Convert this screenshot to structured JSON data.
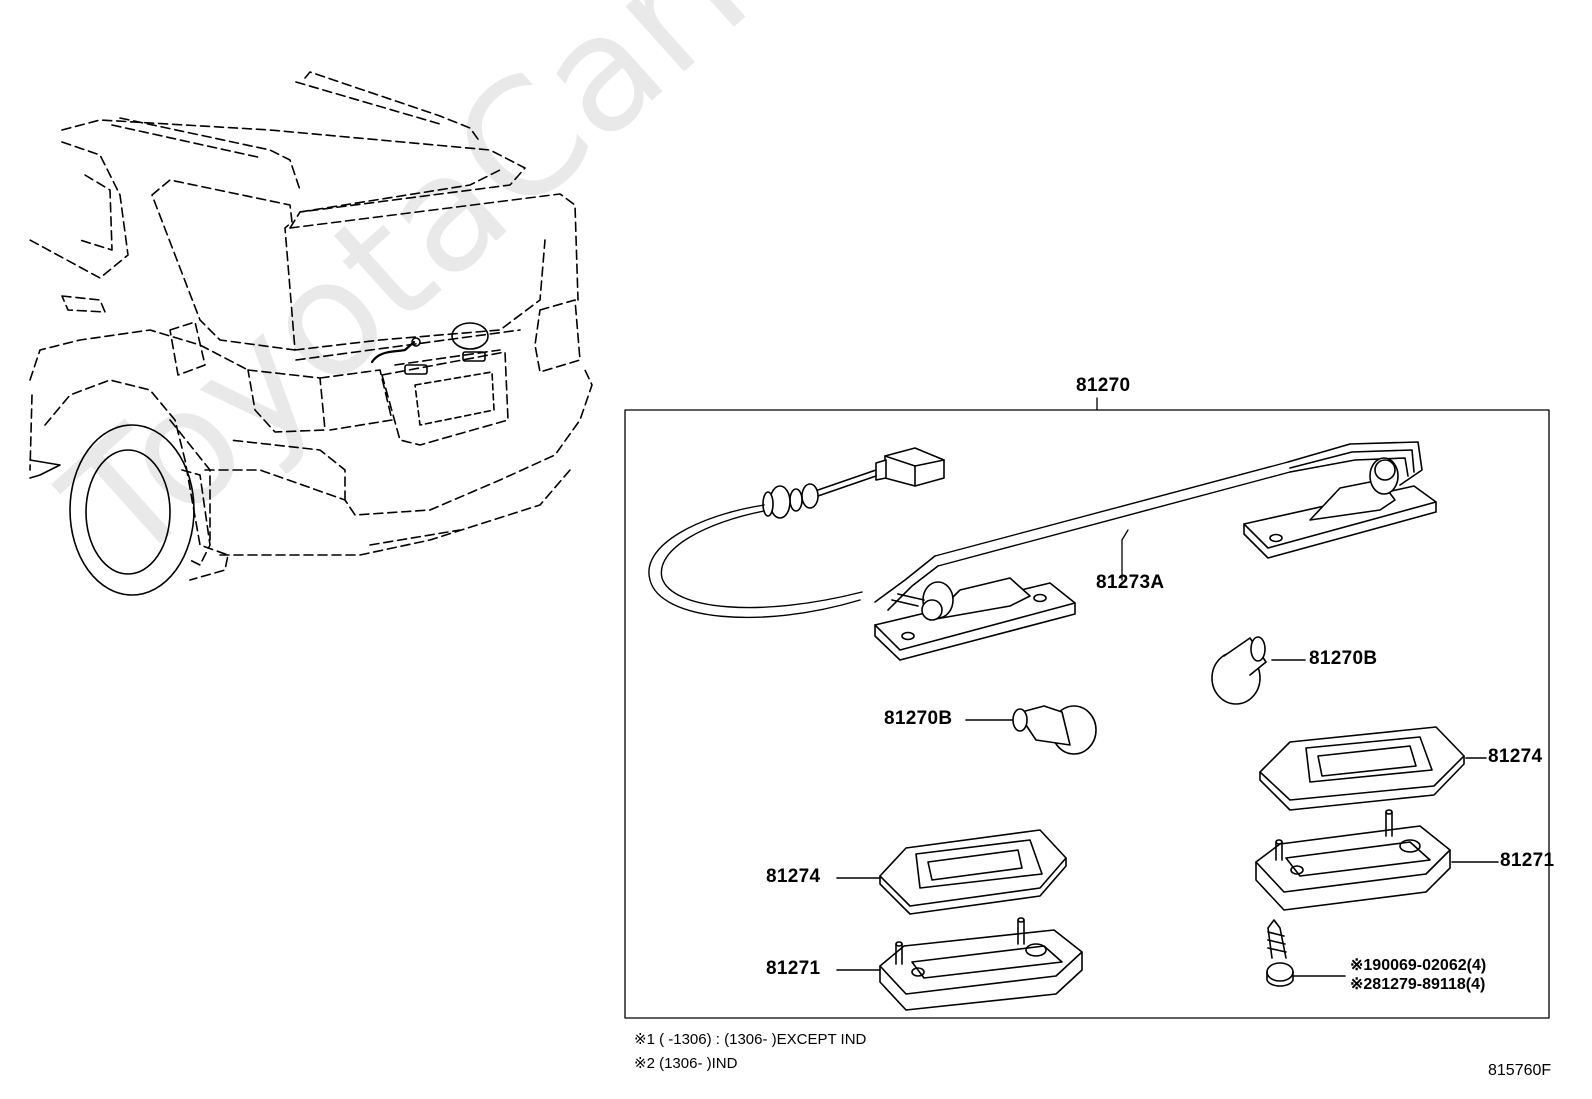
{
  "watermark": "ToyotaCarMine.ru",
  "parts": {
    "p81270": "81270",
    "p81273A": "81273A",
    "p81270B_right": "81270B",
    "p81270B_left": "81270B",
    "p81274_right": "81274",
    "p81274_left": "81274",
    "p81271_right": "81271",
    "p81271_left": "81271",
    "screw_ref1": "※190069-02062(4)",
    "screw_ref2": "※281279-89118(4)"
  },
  "notes": {
    "note1": "※1 (        -1306) : (1306-        )EXCEPT IND",
    "note2": "※2 (1306-        )IND"
  },
  "diagram_code": "815760F"
}
